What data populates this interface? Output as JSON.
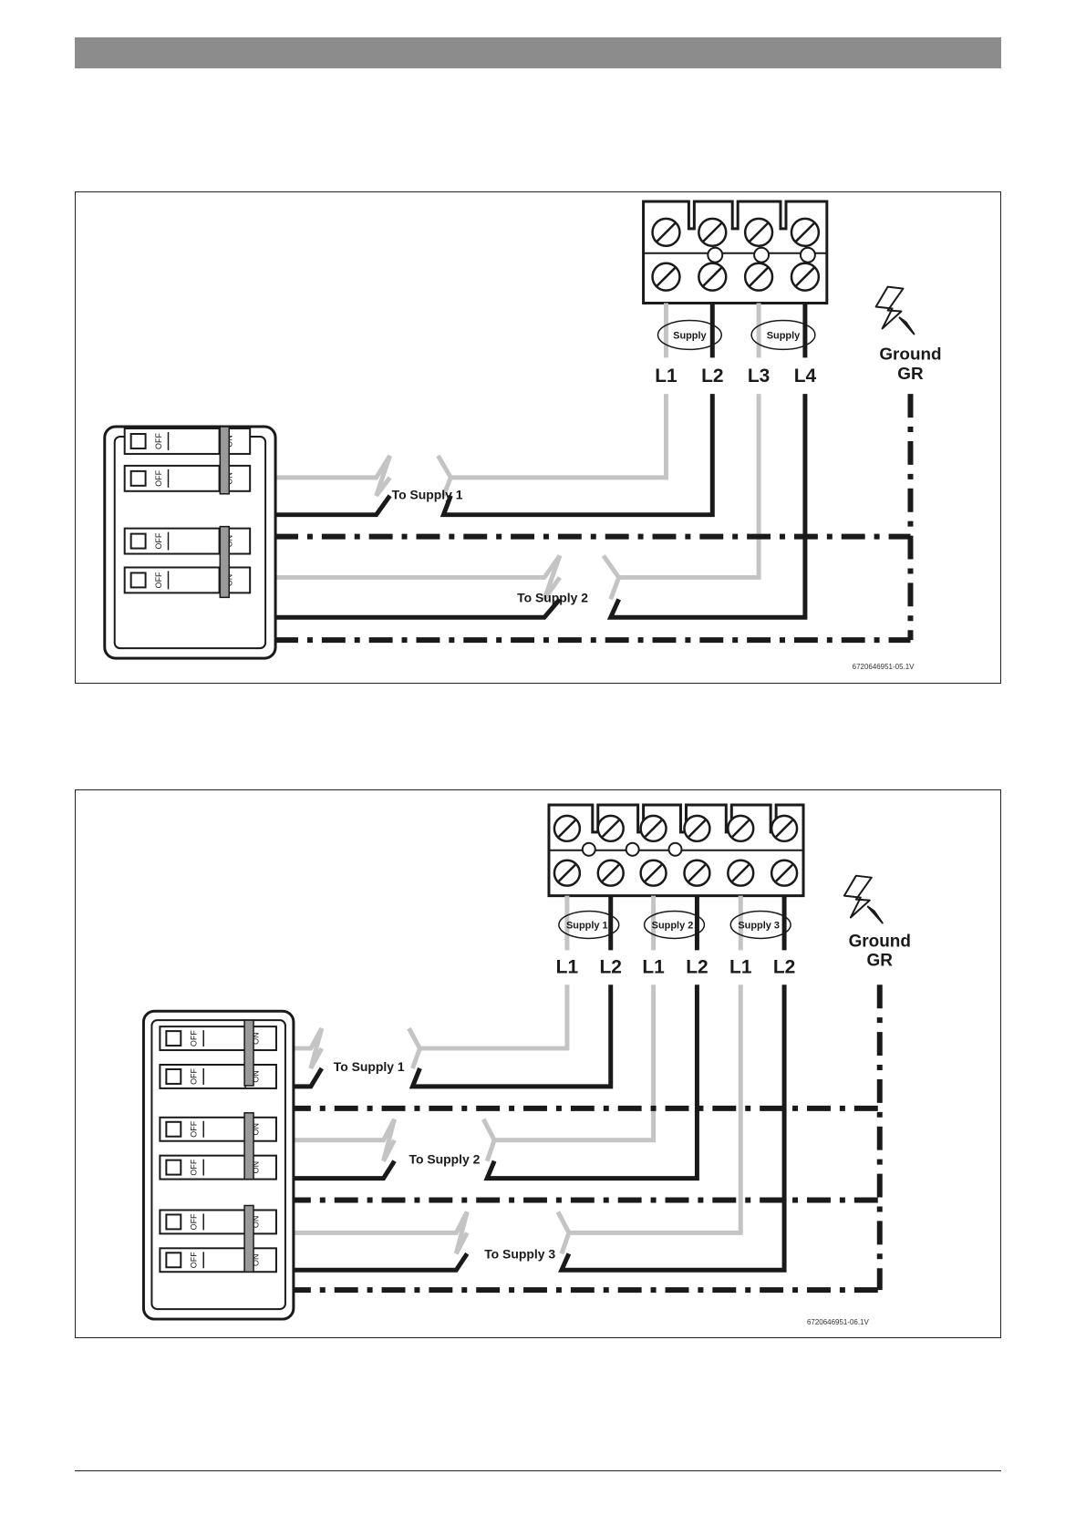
{
  "diagram1": {
    "ground_label": "Ground",
    "ground_code": "GR",
    "figure_code": "6720646951-05.1V",
    "terminal_labels": [
      "L1",
      "L2",
      "L3",
      "L4"
    ],
    "supply_ovals": [
      "Supply",
      "Supply"
    ],
    "breaker_off": "OFF",
    "breaker_on": "ON",
    "breaker_count": 4,
    "runs": [
      "To Supply 1",
      "To Supply 2"
    ]
  },
  "diagram2": {
    "ground_label": "Ground",
    "ground_code": "GR",
    "figure_code": "6720646951-06.1V",
    "terminal_labels": [
      "L1",
      "L2",
      "L1",
      "L2",
      "L1",
      "L2"
    ],
    "supply_ovals": [
      "Supply 1",
      "Supply 2",
      "Supply 3"
    ],
    "breaker_off": "OFF",
    "breaker_on": "ON",
    "breaker_count": 6,
    "runs": [
      "To Supply 1",
      "To Supply 2",
      "To Supply 3"
    ]
  },
  "colors": {
    "hot": "#1a1a1a",
    "neutral": "#c4c4c4",
    "header": "#8c8c8c"
  },
  "icons": [
    "lightning-bolt-icon",
    "terminal-screw-icon"
  ]
}
